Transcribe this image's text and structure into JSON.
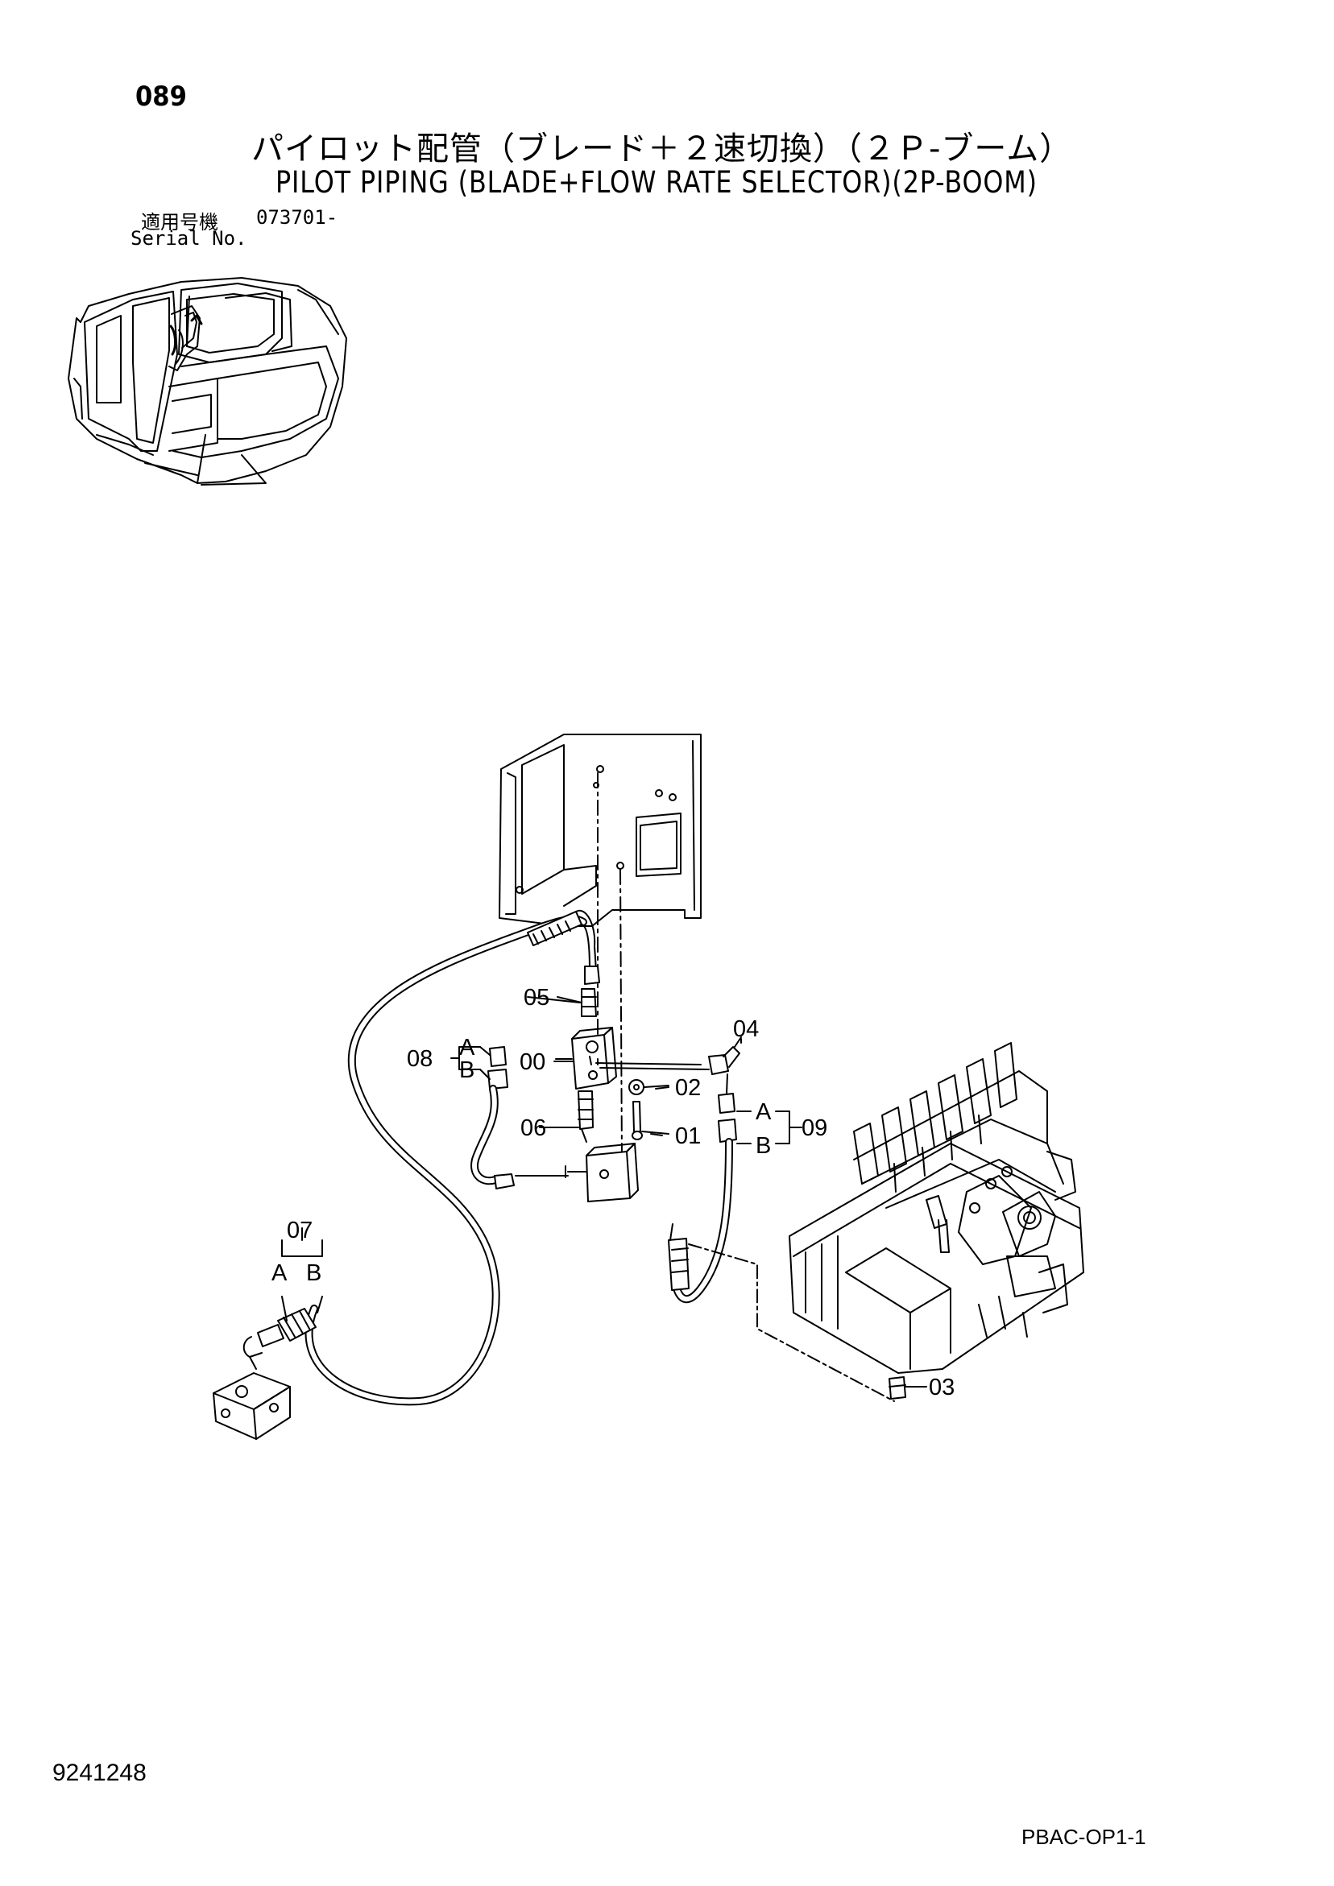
{
  "header": {
    "page_number": "089",
    "title_jp": "パイロット配管（ブレード＋２速切換）（２Ｐ-ブーム）",
    "title_en": "PILOT PIPING (BLADE+FLOW RATE SELECTOR)(2P-BOOM)",
    "serial_label_jp": "適用号機",
    "serial_value": "073701-",
    "serial_label_en": "Serial No."
  },
  "callouts": {
    "c00": "00",
    "c01": "01",
    "c02": "02",
    "c03": "03",
    "c04": "04",
    "c05": "05",
    "c06": "06",
    "c07": "07",
    "c08": "08",
    "c09": "09",
    "end_a": "A",
    "end_b": "B"
  },
  "footer": {
    "document_number": "9241248",
    "sheet_code": "PBAC-OP1-1"
  }
}
